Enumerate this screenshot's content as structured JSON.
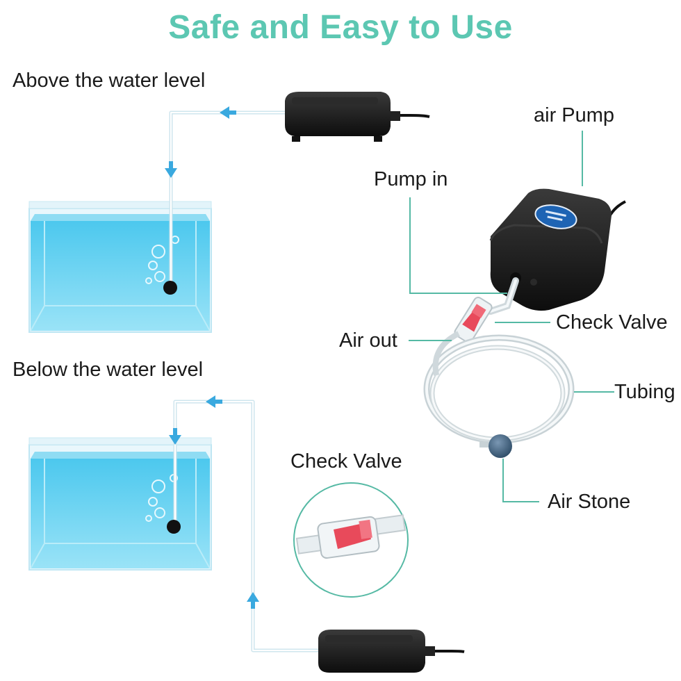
{
  "title": "Safe and Easy to Use",
  "sections": {
    "above": "Above the water level",
    "below": "Below the water level"
  },
  "parts": {
    "air_pump": "air Pump",
    "pump_in": "Pump in",
    "check_valve": "Check Valve",
    "air_out": "Air out",
    "tubing": "Tubing",
    "air_stone": "Air Stone"
  },
  "inset": {
    "check_valve": "Check Valve"
  },
  "colors": {
    "title": "#5cc7b2",
    "water": "#5fd0ef",
    "arrow": "#3aa9df",
    "valve_red": "#e84a5b",
    "leader": "#55b9a4"
  }
}
